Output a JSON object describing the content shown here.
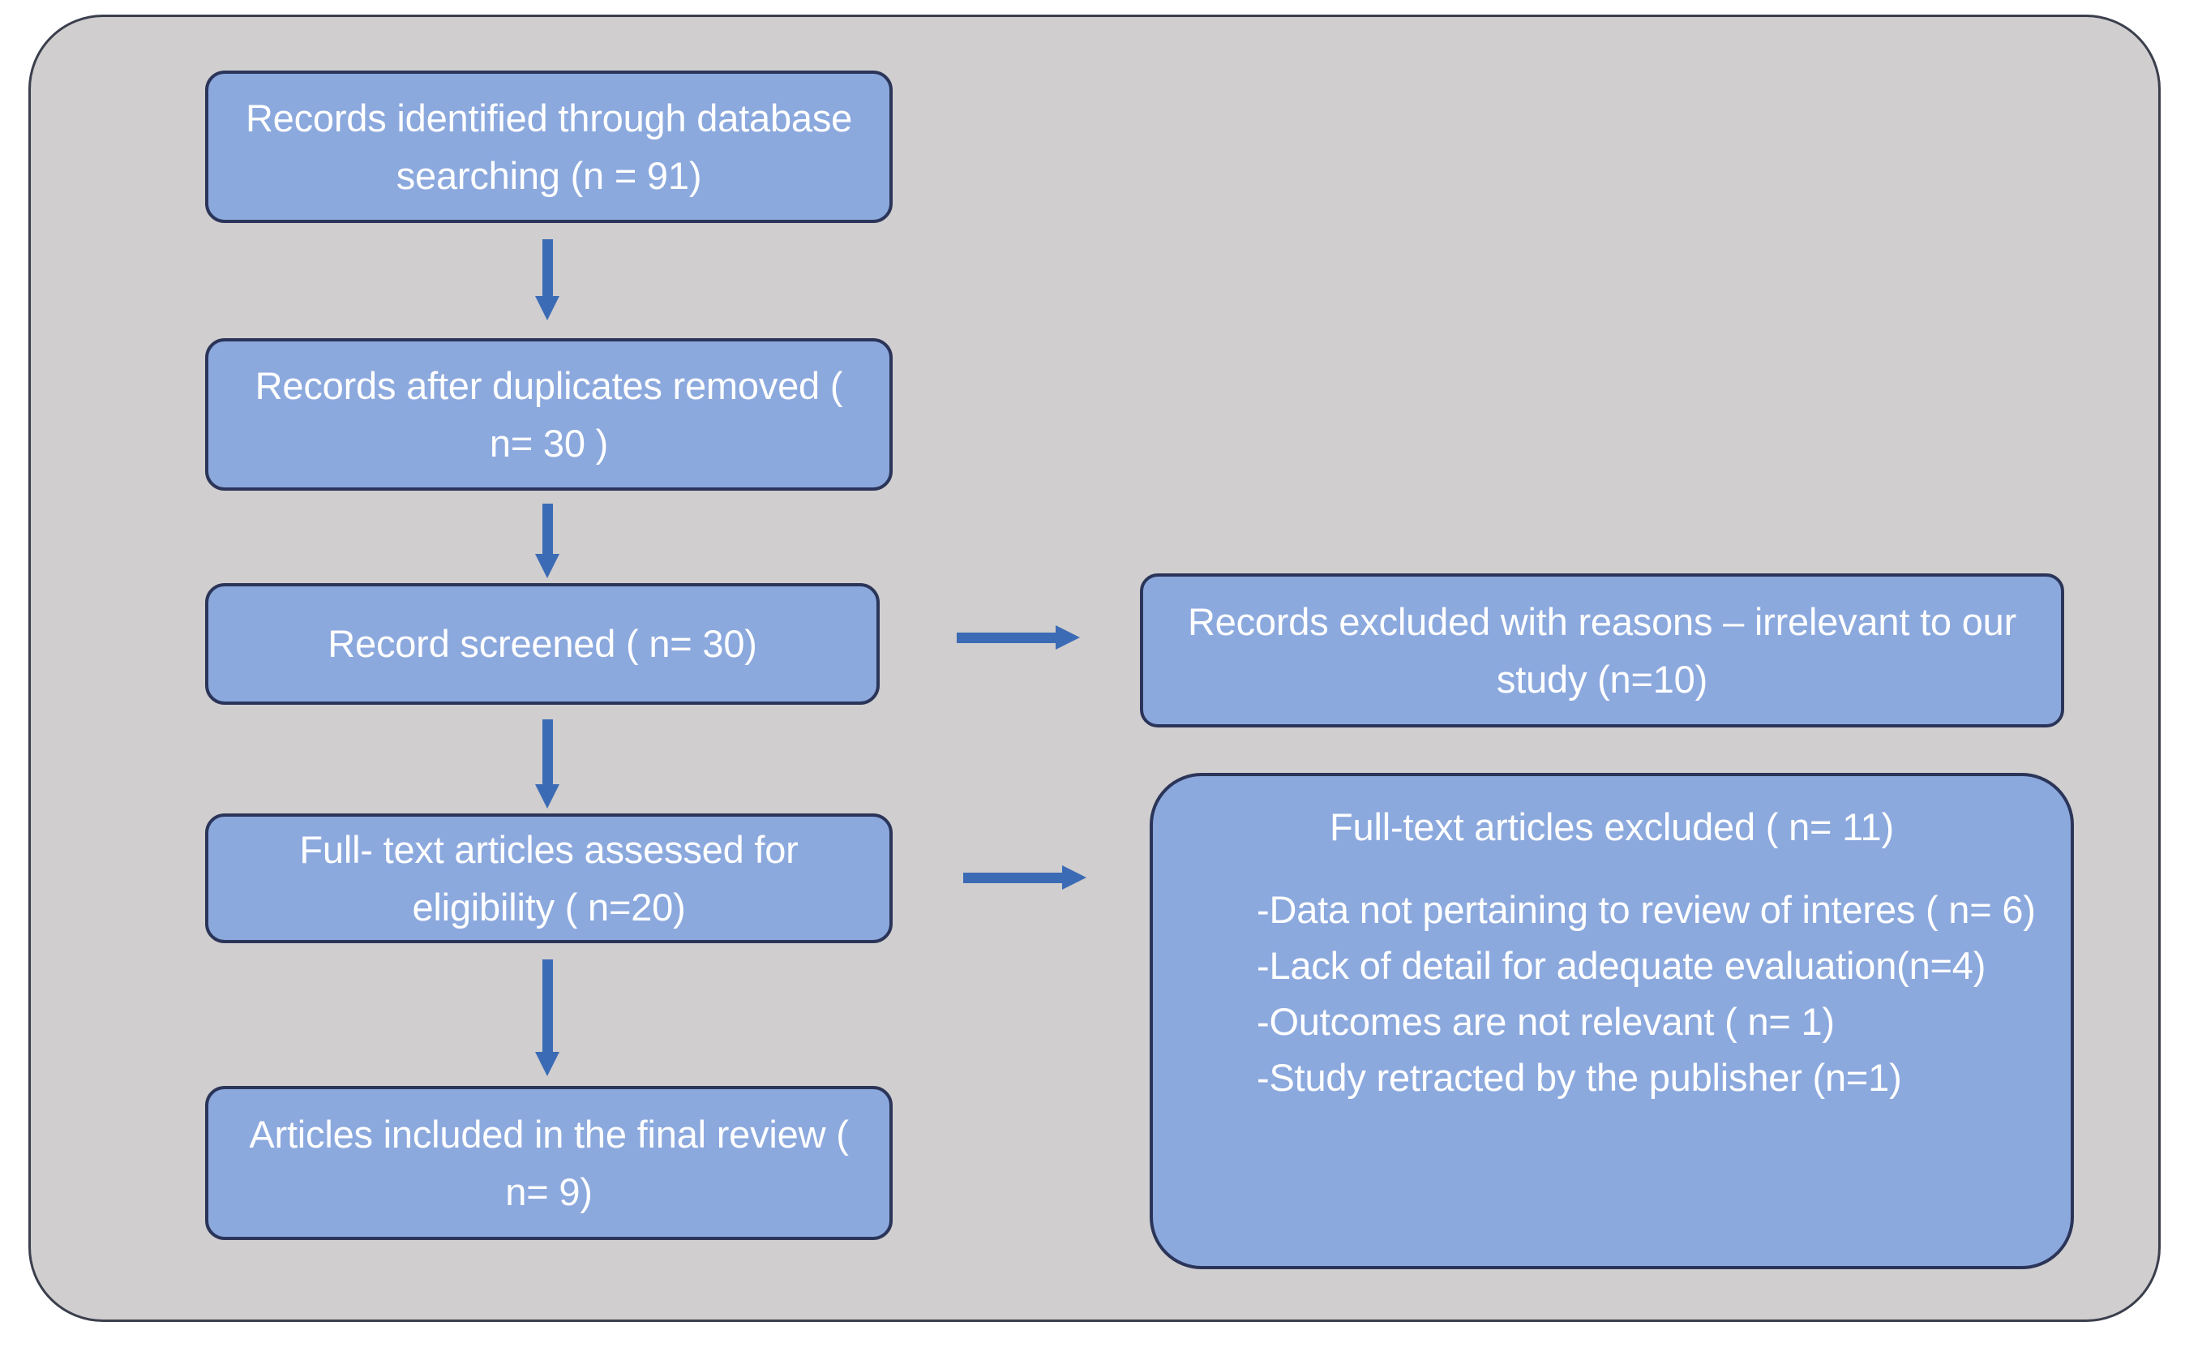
{
  "diagram": {
    "title": "PRISMA study selection flow diagram",
    "colors": {
      "box_fill": "#8CA9DE",
      "box_border": "#2B3559",
      "box_text": "#FFFFFF",
      "container_fill": "#D0CECE",
      "container_border": "#3B3F4D",
      "arrow": "#3C6BB5",
      "page_background": "#FFFFFF"
    },
    "boxes": {
      "identified": "Records identified through database searching (n = 91)",
      "duplicates_removed": "Records after duplicates removed ( n= 30 )",
      "screened": "Record screened ( n= 30)",
      "fulltext_assessed": "Full- text articles assessed for eligibility ( n=20)",
      "included": "Articles included in the final review ( n= 9)",
      "excluded_screening": "Records excluded with reasons – irrelevant to our study (n=10)",
      "excluded_fulltext_title": "Full-text articles excluded  ( n= 11)",
      "excluded_fulltext_reasons": [
        "-Data not pertaining to review of interes ( n= 6)",
        "-Lack of detail for adequate evaluation(n=4)",
        "-Outcomes are not relevant ( n= 1)",
        "-Study retracted by the publisher (n=1)"
      ]
    },
    "counts": {
      "identified": 91,
      "after_duplicates": 30,
      "screened": 30,
      "excluded_screening": 10,
      "fulltext_assessed": 20,
      "excluded_fulltext_total": 11,
      "excluded_data_not_pertaining": 6,
      "excluded_lack_of_detail": 4,
      "excluded_outcomes_not_relevant": 1,
      "excluded_retracted": 1,
      "included": 9
    },
    "arrows": [
      {
        "name": "identified-to-duplicates",
        "direction": "down"
      },
      {
        "name": "duplicates-to-screened",
        "direction": "down"
      },
      {
        "name": "screened-to-fulltext",
        "direction": "down"
      },
      {
        "name": "fulltext-to-included",
        "direction": "down"
      },
      {
        "name": "screened-to-excluded",
        "direction": "right"
      },
      {
        "name": "fulltext-to-excluded",
        "direction": "right"
      }
    ]
  }
}
